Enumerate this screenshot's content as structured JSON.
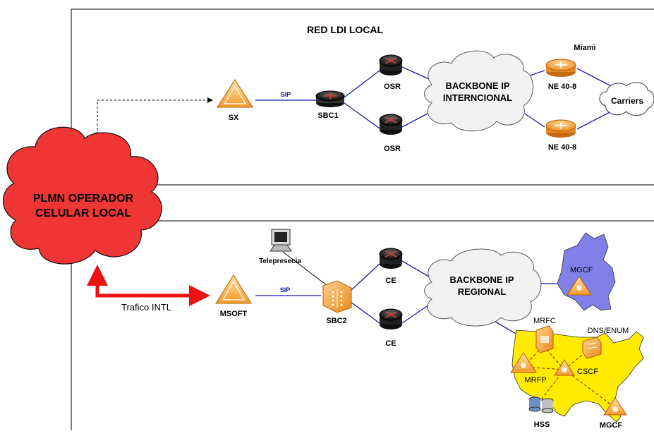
{
  "sections": {
    "top_title": "RED LDI LOCAL"
  },
  "nodes": {
    "plmn_line1": "PLMN OPERADOR",
    "plmn_line2": "CELULAR LOCAL",
    "sx": "SX",
    "sip_top": "SIP",
    "sbc1": "SBC1",
    "osr_top": "OSR",
    "osr_bottom": "OSR",
    "backbone_int_line1": "BACKBONE IP",
    "backbone_int_line2": "INTERNCIONAL",
    "miami": "Miami",
    "ne_top": "NE 40-8",
    "ne_bottom": "NE 40-8",
    "carriers": "Carriers",
    "telepresencia": "Telepresecia",
    "msoft": "MSOFT",
    "sip_bottom": "SIP",
    "sbc2": "SBC2",
    "ce_top": "CE",
    "ce_bottom": "CE",
    "backbone_reg_line1": "BACKBONE IP",
    "backbone_reg_line2": "REGIONAL",
    "mgcf_col": "MGCF",
    "mrfc": "MRFC",
    "dns_enum": "DNS/ENUM",
    "mrfp": "MRFP",
    "cscf": "CSCF",
    "hss": "HSS",
    "mgcf_us": "MGCF",
    "trafico": "Trafico INTL"
  }
}
